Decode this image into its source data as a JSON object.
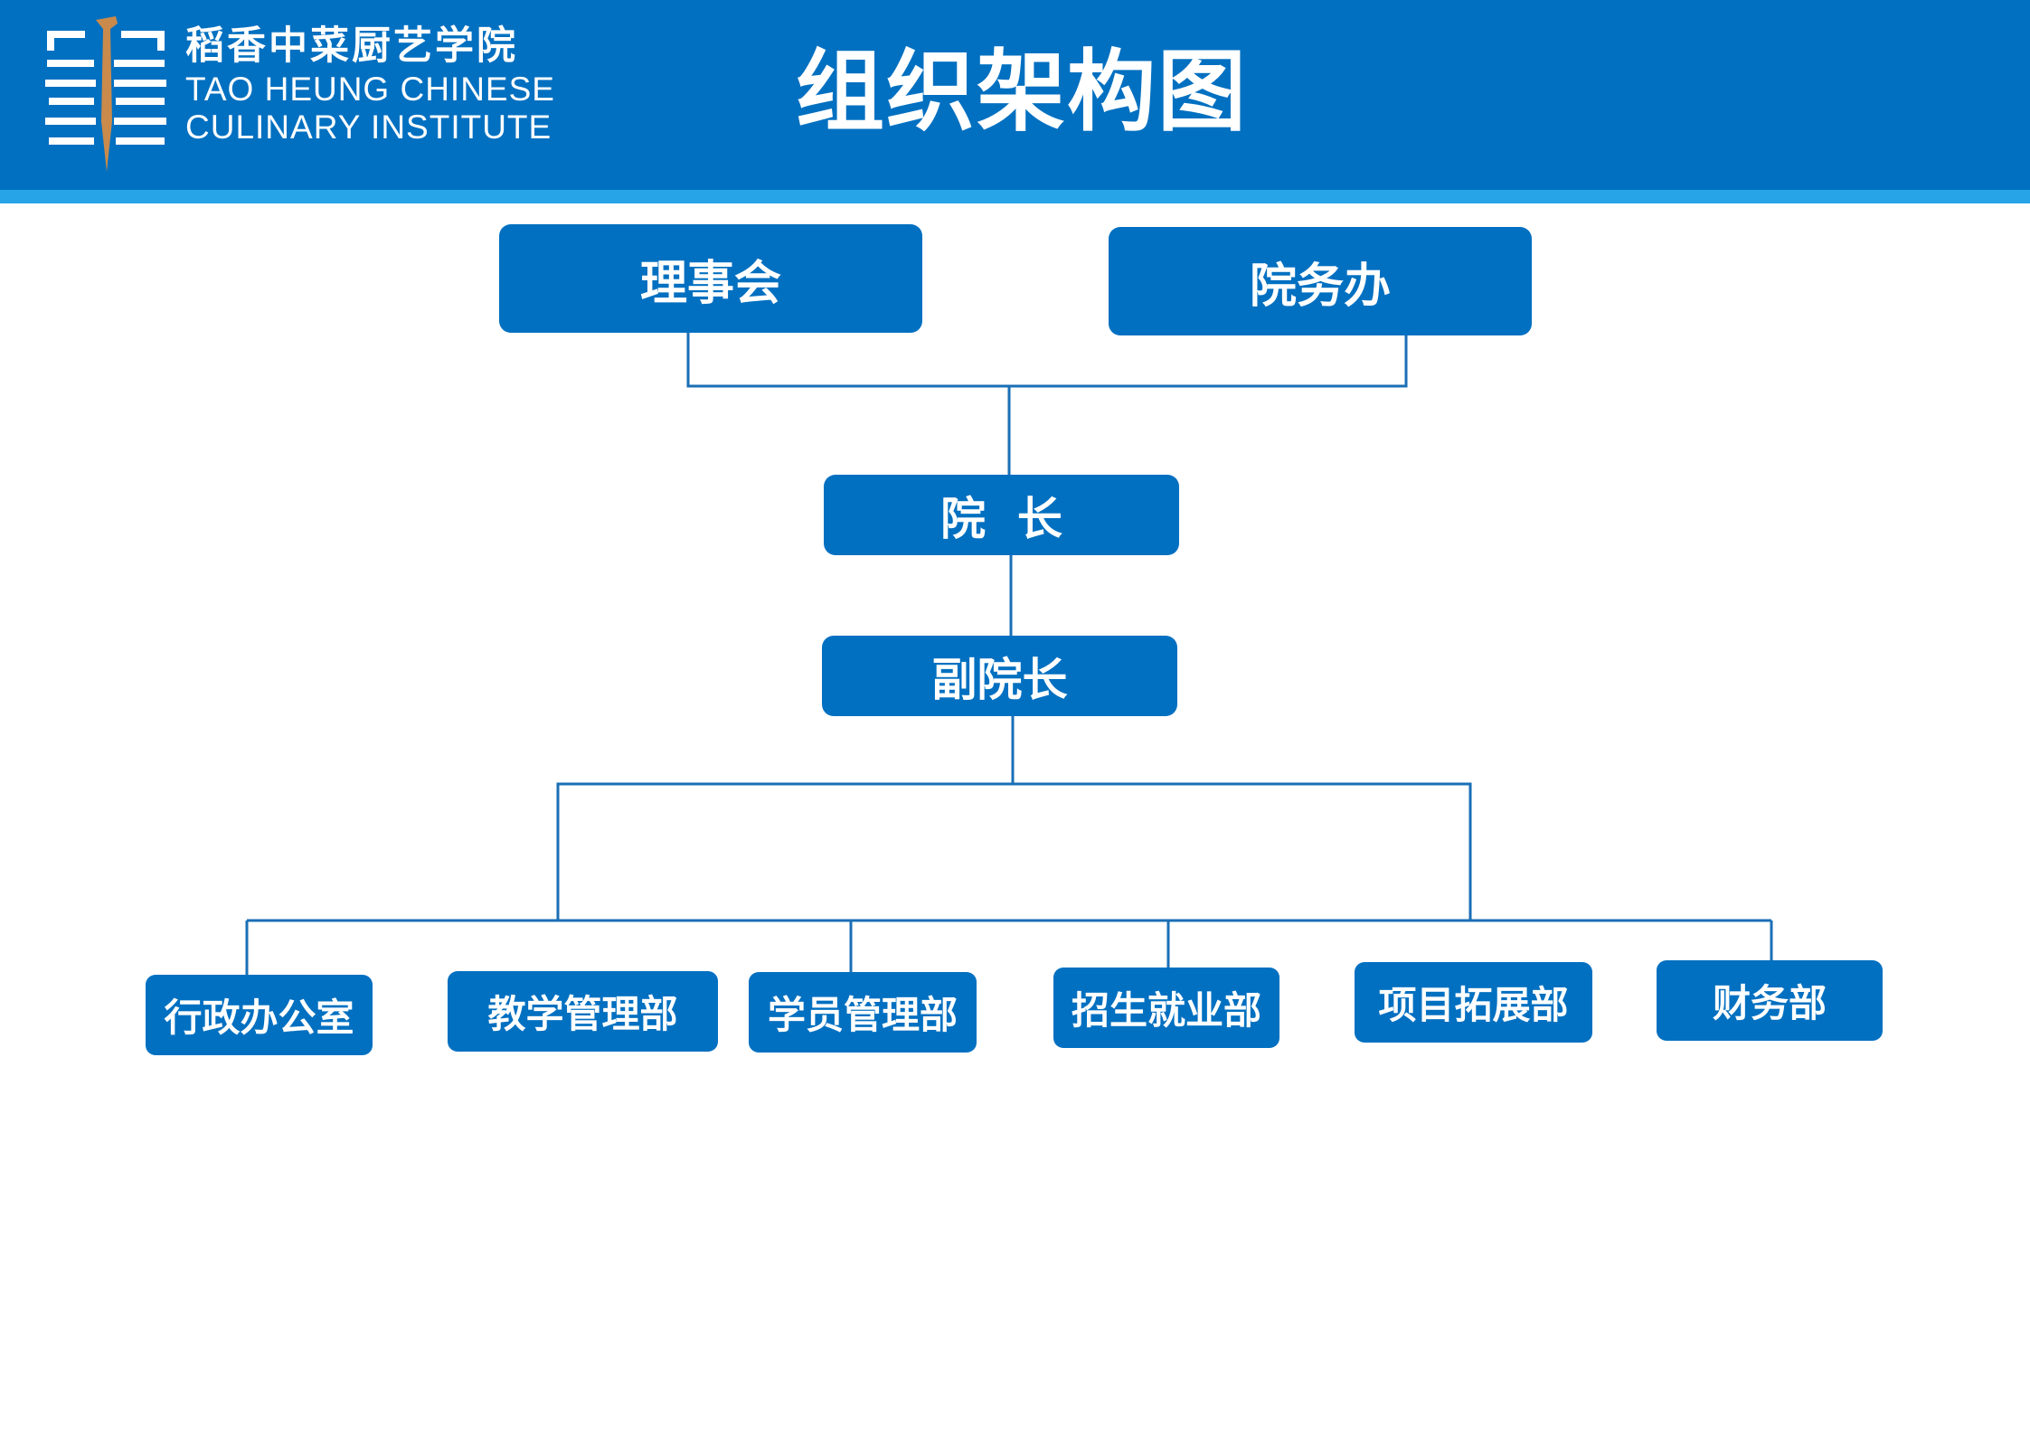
{
  "header": {
    "logo_cn": "稻香中菜厨艺学院",
    "logo_en_line1": "TAO HEUNG CHINESE",
    "logo_en_line2": "CULINARY INSTITUTE",
    "title": "组织架构图"
  },
  "chart": {
    "top_nodes": [
      "理事会",
      "院务办"
    ],
    "president": "院  长",
    "vice_president": "副院长",
    "departments": [
      "行政办公室",
      "教学管理部",
      "学员管理部",
      "招生就业部",
      "项目拓展部",
      "财务部"
    ]
  },
  "colors": {
    "header_bg": "#0270c1",
    "header_stripe": "#27a3e8",
    "node_bg": "#0270c1",
    "connector": "#1a6fb6",
    "logo_brush": "#c98a4b"
  }
}
